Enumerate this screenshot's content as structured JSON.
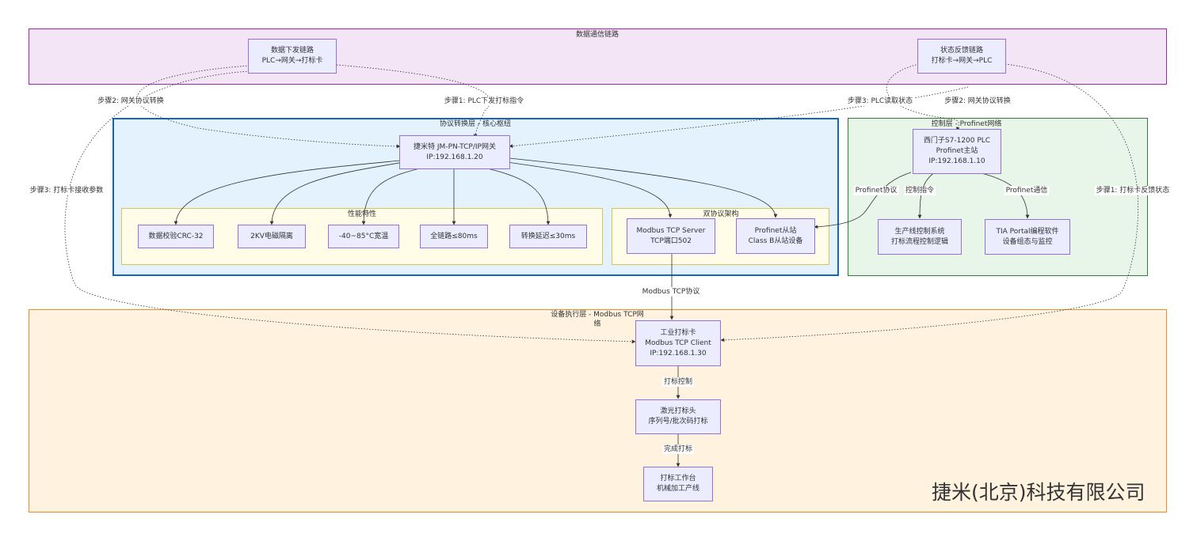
{
  "clusters": {
    "comm": "数据通信链路",
    "conv": "协议转换层 - 核心枢纽",
    "perf": "性能特性",
    "dual": "双协议架构",
    "ctrl": "控制层 - Profinet网络",
    "dev": "设备执行层 - Modbus TCP网\n络"
  },
  "nodes": {
    "downlink": [
      "数据下发链路",
      "PLC→网关→打标卡"
    ],
    "feedback": [
      "状态反馈链路",
      "打标卡→网关→PLC"
    ],
    "gateway": [
      "捷米特 JM-PN-TCP/IP网关",
      "IP:192.168.1.20"
    ],
    "crc": [
      "数据校验CRC-32"
    ],
    "emi": [
      "2KV电磁隔离"
    ],
    "temp": [
      "-40~85°C宽温"
    ],
    "link": [
      "全链路≤80ms"
    ],
    "delay": [
      "转换延迟≤30ms"
    ],
    "modbus_server": [
      "Modbus TCP Server",
      "TCP端口502"
    ],
    "profinet_slave": [
      "Profinet从站",
      "Class B从站设备"
    ],
    "plc": [
      "西门子S7-1200 PLC",
      "Profinet主站",
      "IP:192.168.1.10"
    ],
    "prod_sys": [
      "生产线控制系统",
      "打标流程控制逻辑"
    ],
    "tia": [
      "TIA Portal编程软件",
      "设备组态与监控"
    ],
    "marking_card": [
      "工业打标卡",
      "Modbus TCP Client",
      "IP:192.168.1.30"
    ],
    "laser_head": [
      "激光打标头",
      "序列号/批次码打标"
    ],
    "workbench": [
      "打标工作台",
      "机械加工产线"
    ]
  },
  "edge_labels": {
    "step2_gw_left": "步骤2: 网关协议转换",
    "step1_plc_cmd": "步骤1: PLC下发打标指令",
    "step3_plc_read": "步骤3: PLC读取状态",
    "step2_gw_right": "步骤2: 网关协议转换",
    "step3_card_recv": "步骤3: 打标卡接收参数",
    "step1_card_fb": "步骤1: 打标卡反馈状态",
    "profinet_proto": "Profinet协议",
    "ctrl_cmd": "控制指令",
    "profinet_comm": "Profinet通信",
    "modbus_proto": "Modbus TCP协议",
    "mark_ctrl": "打标控制",
    "mark_done": "完成打标"
  },
  "company": "捷米(北京)科技有限公司",
  "colors": {
    "node_fill": "#ECECFF",
    "node_border": "#9370DB",
    "comm_fill": "#F3E5F5",
    "comm_border": "#9C27B0",
    "conv_fill": "#E3F2FD",
    "conv_border": "#1565C0",
    "sub_fill": "#FFFDE7",
    "sub_border": "#D4C75A",
    "ctrl_fill": "#E8F5E9",
    "ctrl_border": "#2E7D32",
    "dev_fill": "#FFF3E0",
    "dev_border": "#F08C28",
    "edge": "#333333"
  }
}
